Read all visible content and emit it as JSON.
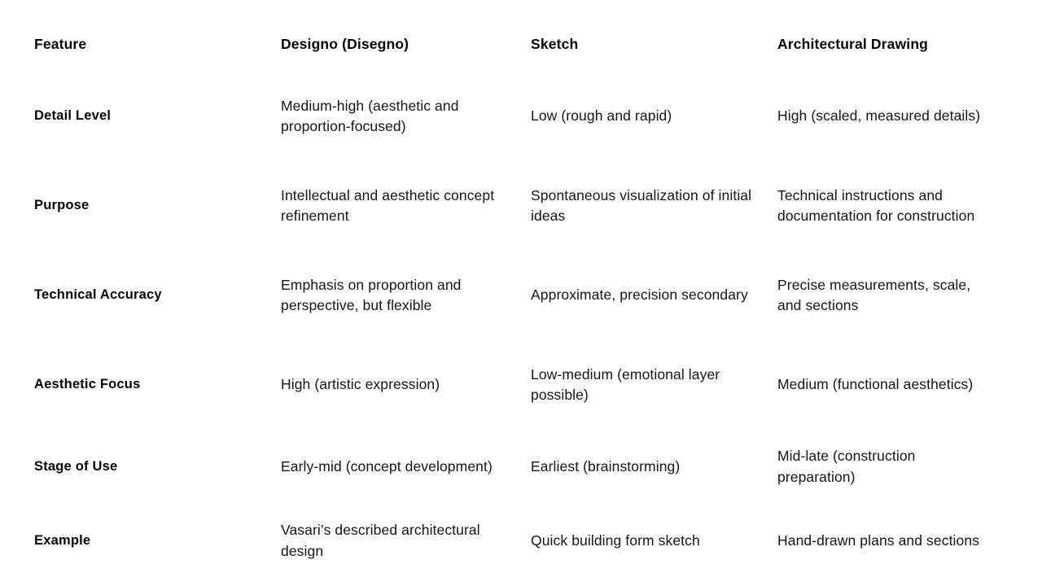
{
  "slide": {
    "background_color": "#ffffff",
    "text_color": "#151515"
  },
  "table": {
    "columns": [
      "Feature",
      "Designo (Disegno)",
      "Sketch",
      "Architectural Drawing"
    ],
    "rows": [
      {
        "feature": "Detail Level",
        "designo": "Medium-high (aesthetic and proportion-focused)",
        "sketch": "Low (rough and rapid)",
        "architectural": "High (scaled, measured details)"
      },
      {
        "feature": "Purpose",
        "designo": "Intellectual and aesthetic concept refinement",
        "sketch": "Spontaneous visualization of initial ideas",
        "architectural": "Technical instructions and documentation for construction"
      },
      {
        "feature": "Technical Accuracy",
        "designo": "Emphasis on proportion and perspective, but flexible",
        "sketch": "Approximate, precision secondary",
        "architectural": "Precise measurements, scale, and sections"
      },
      {
        "feature": "Aesthetic Focus",
        "designo": "High (artistic expression)",
        "sketch": "Low-medium (emotional layer possible)",
        "architectural": "Medium (functional aesthetics)"
      },
      {
        "feature": "Stage of Use",
        "designo": "Early-mid (concept development)",
        "sketch": "Earliest (brainstorming)",
        "architectural": "Mid-late (construction preparation)"
      },
      {
        "feature": "Example",
        "designo": "Vasari’s described architectural design",
        "sketch": "Quick building form sketch",
        "architectural": "Hand-drawn plans and sections"
      }
    ]
  }
}
